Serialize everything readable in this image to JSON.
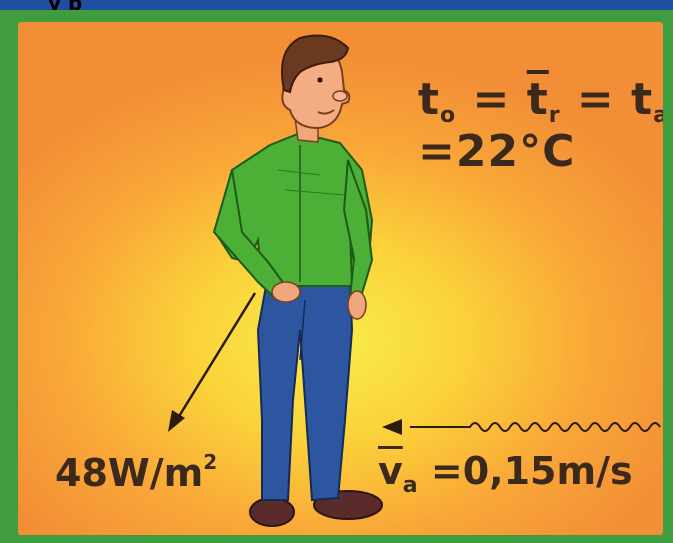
{
  "header_fragment": "y                                             p",
  "temperature": {
    "line1": {
      "t": "t",
      "o": "o",
      "eq1": " = ",
      "tr": "t",
      "r": "r",
      "eq2": " = ",
      "ta": "t",
      "a": "a"
    },
    "line2": "=22°C"
  },
  "heat_flux": {
    "value": "48W/m",
    "exp": "2"
  },
  "air_velocity": {
    "v": "v",
    "sub": "a",
    "rest": " =0,15m/s"
  },
  "colors": {
    "frame": "#3f9d3f",
    "background_center": "#f7ee4a",
    "background_edge": "#f28f36",
    "shirt": "#4caf36",
    "jeans": "#2d56a0",
    "text": "#3b2a1c"
  }
}
